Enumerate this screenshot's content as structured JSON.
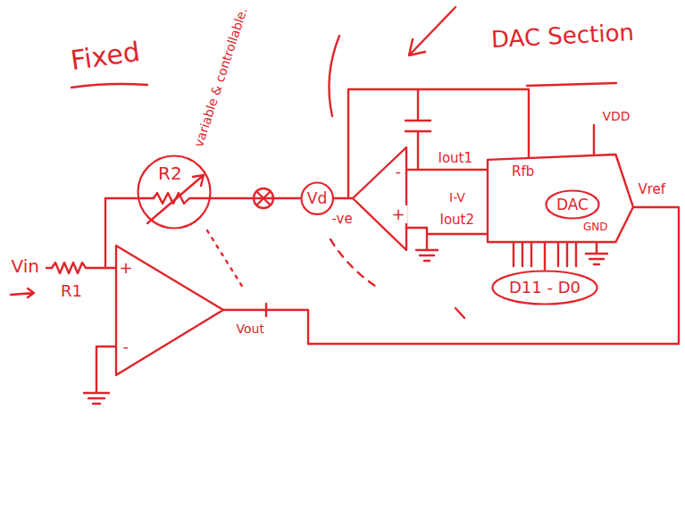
{
  "diagram": {
    "nodes": [
      {
        "text": [
          "R2"
        ]
      },
      {
        "text": [
          "Vd"
        ]
      },
      {
        "text": [
          "Rfb",
          "GND"
        ]
      },
      {
        "text": [
          "DAC"
        ],
        "in": 2
      },
      {
        "text": [
          "D11 - D0"
        ]
      }
    ],
    "edges": [
      {
        "from": 0,
        "to": 1,
        "arrow": "none"
      },
      {
        "from": 2,
        "to": 4,
        "arrow": "none"
      }
    ],
    "labels": [
      "Fixed",
      "variable & controllable.",
      "DAC Section",
      "-ve",
      "-",
      "+",
      "Iout1",
      "I-V",
      "Iout2",
      "VDD",
      "Vref",
      "Vin",
      "R1",
      "+",
      "-",
      "Vout"
    ]
  }
}
